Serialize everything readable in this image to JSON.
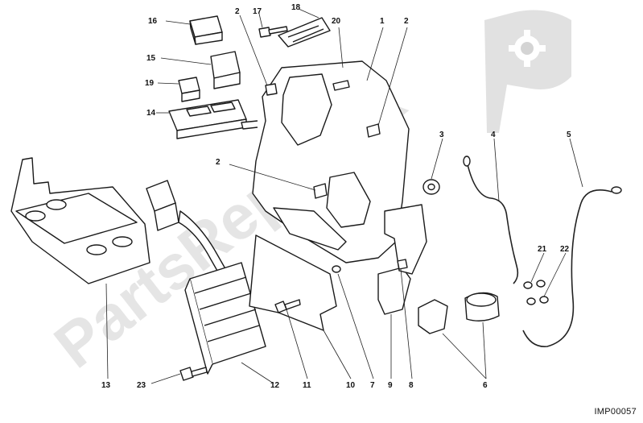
{
  "watermark": {
    "text": "PartsRepublik",
    "flag_icon": "gear-flag-icon"
  },
  "diagram_code": "IMP00057",
  "callouts": [
    {
      "id": "c16",
      "label": "16"
    },
    {
      "id": "c15",
      "label": "15"
    },
    {
      "id": "c19",
      "label": "19"
    },
    {
      "id": "c14",
      "label": "14"
    },
    {
      "id": "c2a",
      "label": "2"
    },
    {
      "id": "c17",
      "label": "17"
    },
    {
      "id": "c18",
      "label": "18"
    },
    {
      "id": "c20",
      "label": "20"
    },
    {
      "id": "c1",
      "label": "1"
    },
    {
      "id": "c2b",
      "label": "2"
    },
    {
      "id": "c3",
      "label": "3"
    },
    {
      "id": "c4",
      "label": "4"
    },
    {
      "id": "c5",
      "label": "5"
    },
    {
      "id": "c2c",
      "label": "2"
    },
    {
      "id": "c21",
      "label": "21"
    },
    {
      "id": "c22",
      "label": "22"
    },
    {
      "id": "c13",
      "label": "13"
    },
    {
      "id": "c23",
      "label": "23"
    },
    {
      "id": "c12",
      "label": "12"
    },
    {
      "id": "c11",
      "label": "11"
    },
    {
      "id": "c10",
      "label": "10"
    },
    {
      "id": "c7",
      "label": "7"
    },
    {
      "id": "c9",
      "label": "9"
    },
    {
      "id": "c8",
      "label": "8"
    },
    {
      "id": "c6",
      "label": "6"
    }
  ]
}
